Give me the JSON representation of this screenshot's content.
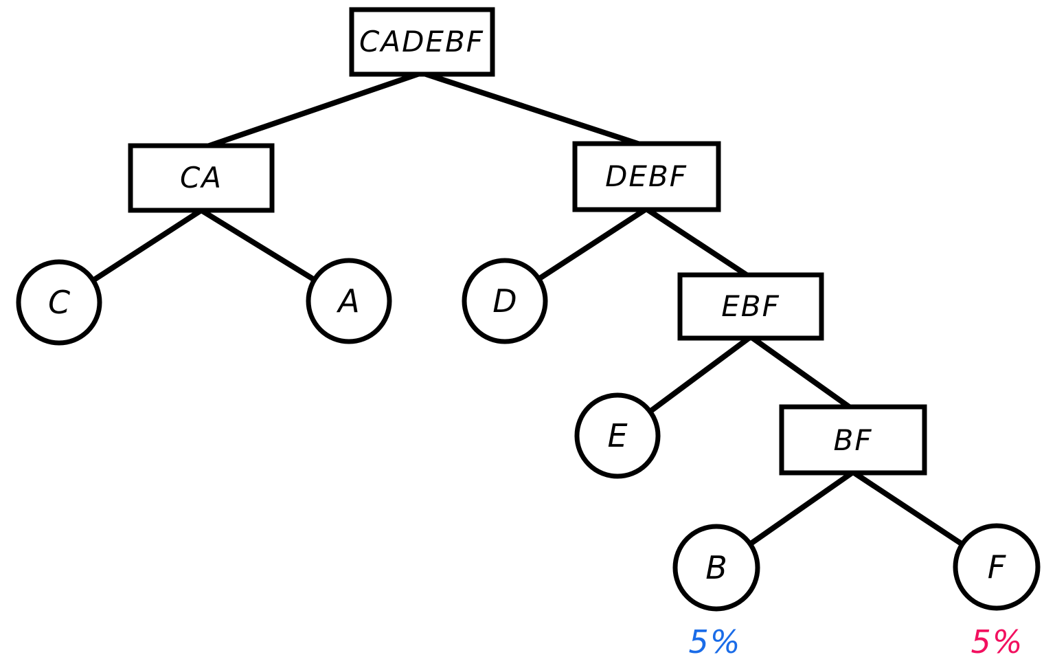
{
  "diagram": {
    "type": "hierarchical-merge-tree",
    "background": "#ffffff",
    "colors": {
      "black": "#000000",
      "blue": "#1a6ce8",
      "pink": "#f2105f",
      "green": "#1faa4b"
    },
    "nodes": {
      "root": {
        "label": "CADEBF",
        "shape": "box"
      },
      "ca": {
        "label": "CA",
        "shape": "box"
      },
      "debf": {
        "label": "DEBF",
        "shape": "box"
      },
      "ebf": {
        "label": "EBF",
        "shape": "box"
      },
      "bf": {
        "label": "BF",
        "shape": "box",
        "color": "#1faa4b"
      },
      "c": {
        "label": "C",
        "shape": "circle"
      },
      "a": {
        "label": "A",
        "shape": "circle"
      },
      "d": {
        "label": "D",
        "shape": "circle"
      },
      "e": {
        "label": "E",
        "shape": "circle"
      },
      "b": {
        "label": "B",
        "shape": "circle",
        "color": "#1a6ce8",
        "annotation": "5%"
      },
      "f": {
        "label": "F",
        "shape": "circle",
        "color": "#f2105f",
        "annotation": "5%"
      }
    },
    "edges": [
      {
        "from": "CADEBF",
        "to": "CA",
        "color": "#000000"
      },
      {
        "from": "CADEBF",
        "to": "DEBF",
        "color": "#000000"
      },
      {
        "from": "CA",
        "to": "C",
        "color": "#000000"
      },
      {
        "from": "CA",
        "to": "A",
        "color": "#000000"
      },
      {
        "from": "DEBF",
        "to": "D",
        "color": "#000000"
      },
      {
        "from": "DEBF",
        "to": "EBF",
        "color": "#000000"
      },
      {
        "from": "EBF",
        "to": "E",
        "color": "#000000"
      },
      {
        "from": "EBF",
        "to": "BF",
        "color": "#000000"
      },
      {
        "from": "BF",
        "to": "B",
        "color": "#1a6ce8"
      },
      {
        "from": "BF",
        "to": "F",
        "color": "#f2105f"
      }
    ]
  }
}
